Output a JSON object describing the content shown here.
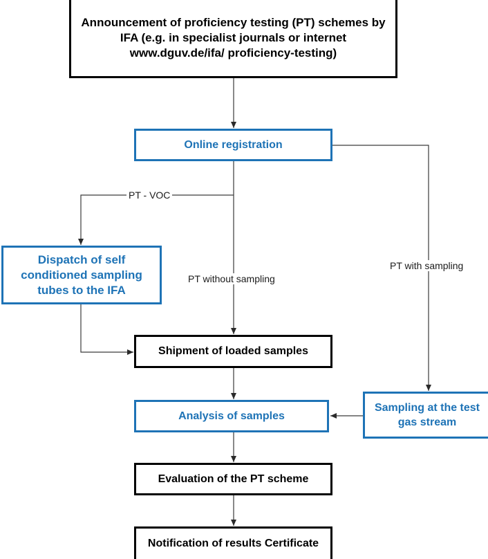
{
  "diagram": {
    "colors": {
      "black_box": "#000000",
      "blue_box": "#1e73b6",
      "connector": "#3a3a3a"
    },
    "nodes": {
      "announcement": "Announcement of proficiency testing (PT) schemes by IFA (e.g. in specialist journals or internet www.dguv.de/ifa/ proficiency-testing)",
      "online_registration": "Online registration",
      "dispatch": "Dispatch of self conditioned sampling tubes to the IFA",
      "shipment": "Shipment of loaded samples",
      "analysis": "Analysis of samples",
      "sampling": "Sampling at the test gas stream",
      "evaluation": "Evaluation of the PT scheme",
      "notification": "Notification of results Certificate"
    },
    "edge_labels": {
      "pt_voc": "PT - VOC",
      "pt_without_sampling": "PT without sampling",
      "pt_with_sampling": "PT with sampling"
    }
  }
}
